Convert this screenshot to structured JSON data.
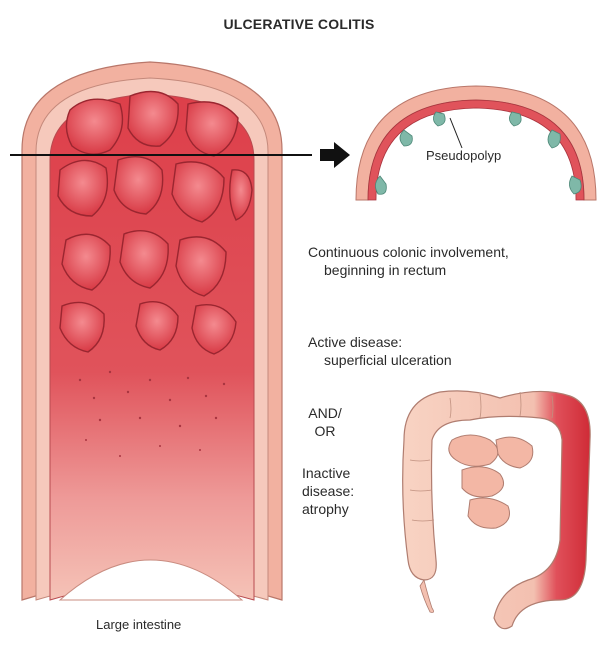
{
  "title": "ULCERATIVE COLITIS",
  "labels": {
    "pseudopolyp": "Pseudopolyp",
    "continuous_line1": "Continuous colonic involvement,",
    "continuous_line2": "beginning in rectum",
    "active_line1": "Active disease:",
    "active_line2": "superficial ulceration",
    "and_or_line1": "AND/",
    "and_or_line2": "OR",
    "inactive_line1": "Inactive",
    "inactive_line2": "disease:",
    "inactive_line3": "atrophy",
    "large_intestine": "Large intestine"
  },
  "colors": {
    "wall_outer": "#f2b7a6",
    "wall_inner": "#f7cfc2",
    "mucosa_red": "#e14a52",
    "mucosa_dark": "#c42f3a",
    "pale_pink": "#f6c6b8",
    "polyp_teal": "#7fb8a8",
    "colon_pale": "#f8d2c2",
    "colon_red": "#d9343e"
  }
}
